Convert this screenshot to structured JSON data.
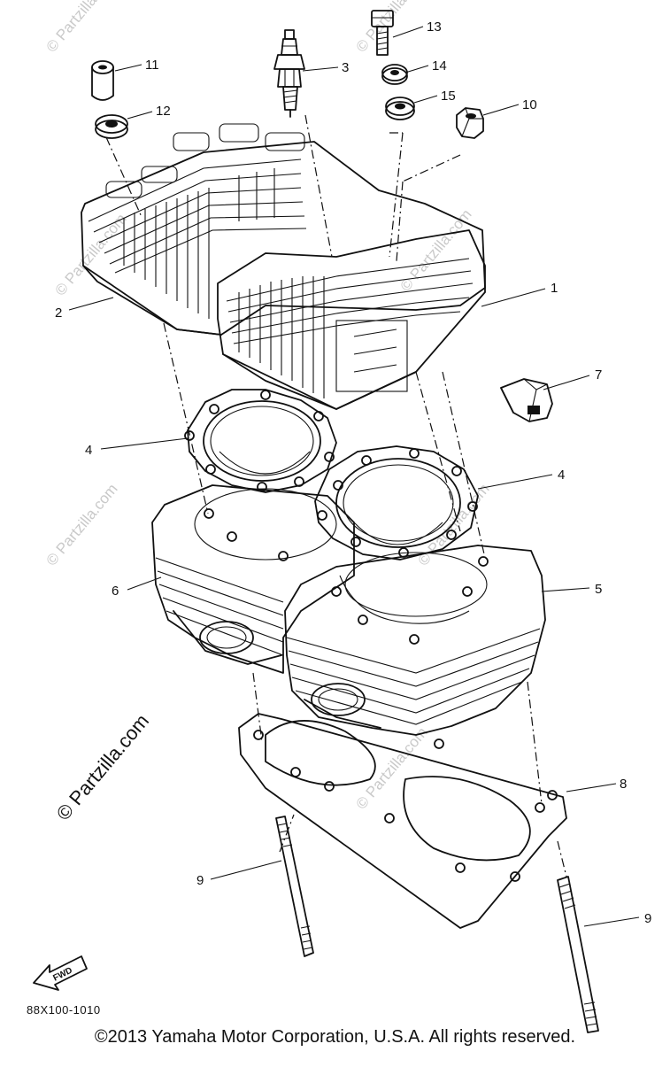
{
  "diagram": {
    "parts": [
      {
        "ref": "1"
      },
      {
        "ref": "2"
      },
      {
        "ref": "3"
      },
      {
        "ref": "4"
      },
      {
        "ref": "4"
      },
      {
        "ref": "5"
      },
      {
        "ref": "6"
      },
      {
        "ref": "7"
      },
      {
        "ref": "8"
      },
      {
        "ref": "9"
      },
      {
        "ref": "9"
      },
      {
        "ref": "10"
      },
      {
        "ref": "11"
      },
      {
        "ref": "12"
      },
      {
        "ref": "13"
      },
      {
        "ref": "14"
      },
      {
        "ref": "15"
      }
    ],
    "fwd_label": "FWD",
    "drawing_code": "88X100-1010",
    "brand_watermark": "© Partzilla.com",
    "faint_watermark": "© Partzilla.com"
  },
  "footer": {
    "copyright": "©2013  Yamaha Motor Corporation, U.S.A. All rights reserved."
  }
}
